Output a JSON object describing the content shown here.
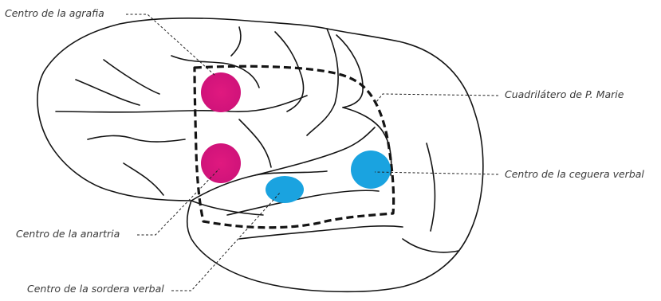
{
  "labels": {
    "agrafia": "Centro de la agrafia",
    "cuadrilatero": "Cuadrilátero de P. Marie",
    "ceguera": "Centro de la ceguera verbal",
    "anartria": "Centro de la anartria",
    "sordera": "Centro de la sordera verbal"
  },
  "colors": {
    "magenta_center": "#e0197f",
    "blue_center": "#1aa3e0",
    "outline": "#141414"
  }
}
